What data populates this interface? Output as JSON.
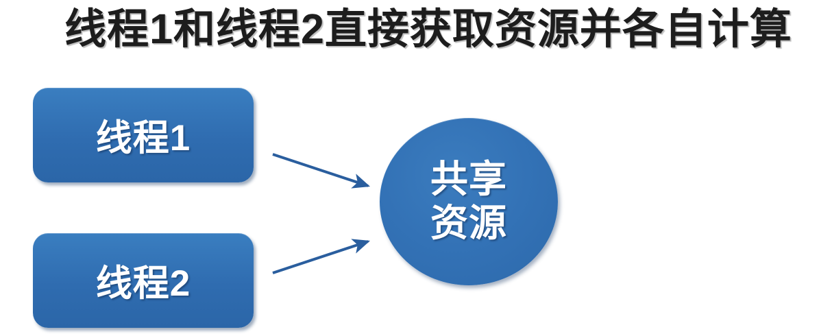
{
  "slide": {
    "title": "线程1和线程2直接获取资源并各自计算",
    "background_color": "#ffffff"
  },
  "nodes": [
    {
      "id": "thread1",
      "shape": "rounded-rectangle",
      "label": "线程1",
      "fill_color": "#2f6cb0",
      "text_color": "#ffffff"
    },
    {
      "id": "thread2",
      "shape": "rounded-rectangle",
      "label": "线程2",
      "fill_color": "#2f6cb0",
      "text_color": "#ffffff"
    },
    {
      "id": "shared-resource",
      "shape": "circle",
      "label_line1": "共享",
      "label_line2": "资源",
      "fill_color": "#3372b6",
      "text_color": "#ffffff"
    }
  ],
  "connectors": [
    {
      "id": "arrow-thread1-to-resource",
      "from": "thread1",
      "to": "shared-resource",
      "color": "#2a5e9e",
      "style": "solid",
      "arrowhead": "triangle"
    },
    {
      "id": "arrow-thread2-to-resource",
      "from": "thread2",
      "to": "shared-resource",
      "color": "#2a5e9e",
      "style": "solid",
      "arrowhead": "triangle"
    }
  ]
}
